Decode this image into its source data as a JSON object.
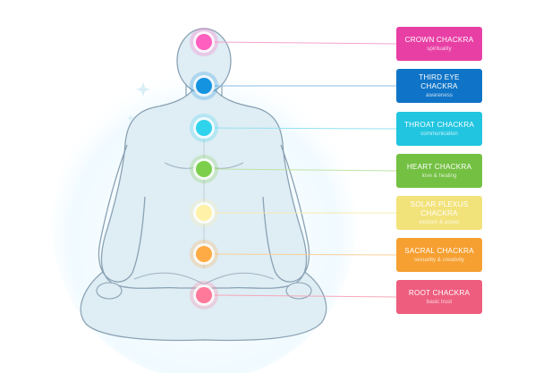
{
  "chakras": [
    {
      "id": "crown",
      "title": "CROWN CHACKRA",
      "subtitle": "spirituality",
      "color": "#e83fa5",
      "dot": "#ff5fbf",
      "line": "#f3a3cf"
    },
    {
      "id": "third-eye",
      "title": "THIRD EYE CHACKRA",
      "subtitle": "awareness",
      "color": "#0f74c7",
      "dot": "#1493e0",
      "line": "#89bfe8"
    },
    {
      "id": "throat",
      "title": "THROAT CHACKRA",
      "subtitle": "communication",
      "color": "#22c5e0",
      "dot": "#2fd3ec",
      "line": "#94e2ef"
    },
    {
      "id": "heart",
      "title": "HEART CHACKRA",
      "subtitle": "love & healing",
      "color": "#74c043",
      "dot": "#7ccf4a",
      "line": "#bfe3a6"
    },
    {
      "id": "solar-plexus",
      "title": "SOLAR PLEXUS CHACKRA",
      "subtitle": "wisdom & power",
      "color": "#f2e27a",
      "dot": "#fff2a8",
      "line": "#f6ecb0"
    },
    {
      "id": "sacral",
      "title": "SACRAL CHACKRA",
      "subtitle": "sexuality & creativity",
      "color": "#f6a032",
      "dot": "#ffab45",
      "line": "#f9cf97"
    },
    {
      "id": "root",
      "title": "ROOT CHACKRA",
      "subtitle": "basic trust",
      "color": "#ee5d7e",
      "dot": "#ff7a9a",
      "line": "#f4a8ba"
    }
  ],
  "figure": {
    "fill": "#dfedf4",
    "stroke": "#8aa2b4",
    "glow": "#e8f8ff"
  }
}
